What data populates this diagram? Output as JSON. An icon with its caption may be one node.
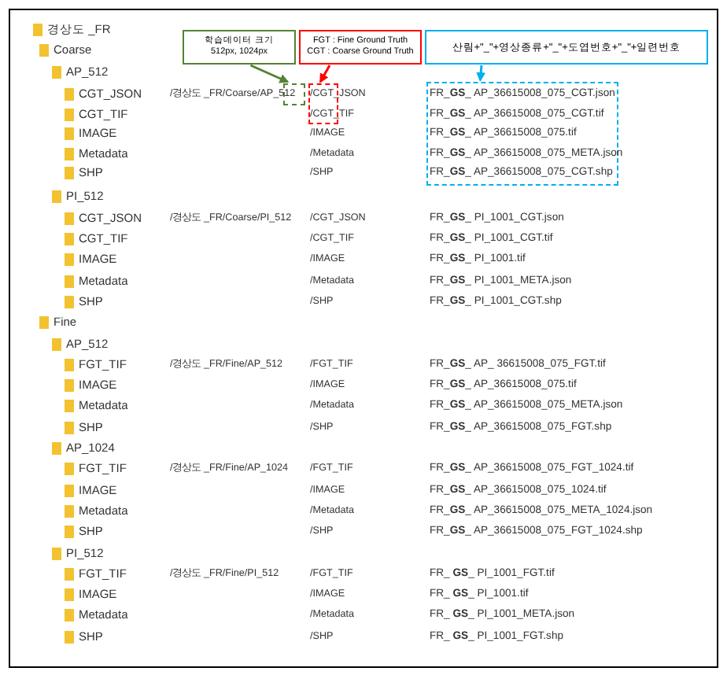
{
  "diagram": {
    "nodes": [
      {
        "text": [
          "학습데이터 크기 512px, 1024px"
        ]
      },
      {
        "text": [
          "FGT : Fine Ground Truth",
          "CGT : Coarse Ground Truth"
        ]
      },
      {
        "text": [
          "산림+\"_\"+영상종류+\"_\"+도엽번호+\"_\"+일련번호"
        ]
      },
      {
        "text": [],
        "shape": "box"
      },
      {
        "text": [],
        "shape": "box"
      },
      {
        "text": [],
        "shape": "box"
      }
    ],
    "edges": [
      {
        "from": 0,
        "to": 3,
        "arrow": "to",
        "color": "#548235"
      },
      {
        "from": 1,
        "to": 4,
        "arrow": "to",
        "color": "#ff0000"
      },
      {
        "from": 2,
        "to": 5,
        "arrow": "to",
        "color": "#00b0f0"
      }
    ],
    "labels": [
      "경상도 _FR",
      "Coarse",
      "AP_512",
      "CGT_JSON",
      "/경상도 _FR/Coarse/AP_512",
      "/CGT_JSON",
      "FR_**GS**_ AP_36615008_075_CGT.json",
      "CGT_TIF",
      "/CGT_TIF",
      "FR_**GS**_ AP_36615008_075_CGT.tif",
      "IMAGE",
      "/IMAGE",
      "FR_**GS**_ AP_36615008_075.tif",
      "Metadata",
      "/Metadata",
      "FR_**GS**_ AP_36615008_075_META.json",
      "SHP",
      "/SHP",
      "FR_**GS**_ AP_36615008_075_CGT.shp",
      "PI_512",
      "CGT_JSON",
      "/경상도 _FR/Coarse/PI_512",
      "/CGT_JSON",
      "FR_**GS**_ PI_1001_CGT.json",
      "CGT_TIF",
      "/CGT_TIF",
      "FR_**GS**_ PI_1001_CGT.tif",
      "IMAGE",
      "/IMAGE",
      "FR_**GS**_ PI_1001.tif",
      "Metadata",
      "/Metadata",
      "FR_**GS**_ PI_1001_META.json",
      "SHP",
      "/SHP",
      "FR_**GS**_ PI_1001_CGT.shp",
      "Fine",
      "AP_512",
      "FGT_TIF",
      "/경상도 _FR/Fine/AP_512",
      "/FGT_TIF",
      "FR_**GS**_ AP_ 36615008_075_FGT.tif",
      "IMAGE",
      "/IMAGE",
      "FR_**GS**_ AP_36615008_075.tif",
      "Metadata",
      "/Metadata",
      "FR_**GS**_ AP_36615008_075_META.json",
      "SHP",
      "/SHP",
      "FR_**GS**_ AP_36615008_075_FGT.shp",
      "AP_1024",
      "FGT_TIF",
      "/경상도 _FR/Fine/AP_1024",
      "/FGT_TIF",
      "FR_**GS**_ AP_36615008_075_FGT_1024.tif",
      "IMAGE",
      "/IMAGE",
      "FR_**GS**_ AP_36615008_075_1024.tif",
      "Metadata",
      "/Metadata",
      "FR_**GS**_ AP_36615008_075_META_1024.json",
      "SHP",
      "/SHP",
      "FR_**GS**_ AP_36615008_075_FGT_1024.shp",
      "PI_512",
      "FGT_TIF",
      "/경상도 _FR/Fine/PI_512",
      "/FGT_TIF",
      "FR_ **GS**_ PI_1001_FGT.tif",
      "IMAGE",
      "/IMAGE",
      "FR_ **GS**_ PI_1001.tif",
      "Metadata",
      "/Metadata",
      "FR_ **GS**_ PI_1001_META.json",
      "SHP",
      "/SHP",
      "FR_ **GS**_ PI_1001_FGT.shp"
    ]
  }
}
